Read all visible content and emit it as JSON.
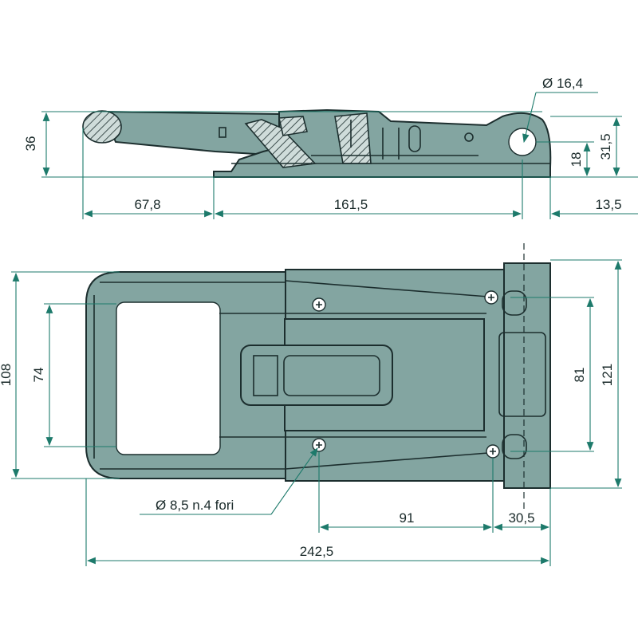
{
  "side_view": {
    "dims": {
      "pin_diameter": "Ø 16,4",
      "height": "36",
      "pin_height": "31,5",
      "pin_center": "18",
      "handle_length": "67,8",
      "base_length": "161,5",
      "pin_offset": "13,5"
    }
  },
  "top_view": {
    "dims": {
      "total_width": "108",
      "window_height": "74",
      "hole_spacing_right": "81",
      "hinge_width": "121",
      "holes_note": "Ø 8,5 n.4 fori",
      "hole_spacing_x": "91",
      "hinge_offset": "30,5",
      "total_length": "242,5"
    }
  },
  "colors": {
    "body": "#83a5a1",
    "dimension_line": "#1d7a6b",
    "outline": "#1c2e2e"
  }
}
